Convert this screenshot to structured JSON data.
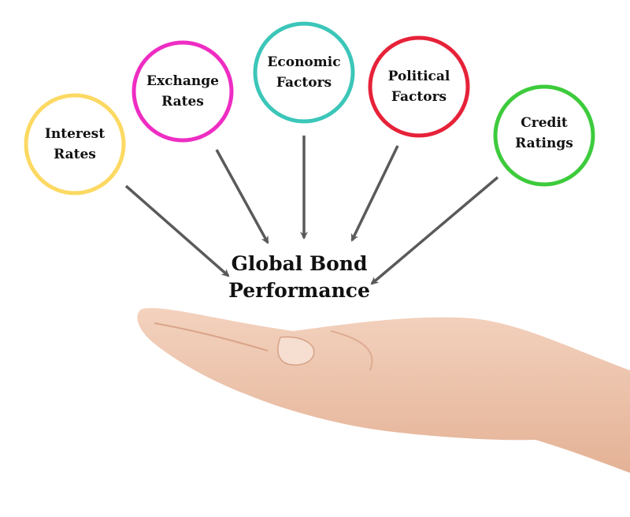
{
  "factors": [
    {
      "line1": "Interest",
      "line2": "Rates",
      "color": "#FCD962"
    },
    {
      "line1": "Exchange",
      "line2": "Rates",
      "color": "#EE2DC3"
    },
    {
      "line1": "Economic",
      "line2": "Factors",
      "color": "#3CC6B9"
    },
    {
      "line1": "Political",
      "line2": "Factors",
      "color": "#E62239"
    },
    {
      "line1": "Credit",
      "line2": "Ratings",
      "color": "#3DCB3C"
    }
  ],
  "center": {
    "line1": "Global Bond",
    "line2": "Performance"
  },
  "arrow_color": "#5a5a5a",
  "hand_color": "#EFC6AE"
}
